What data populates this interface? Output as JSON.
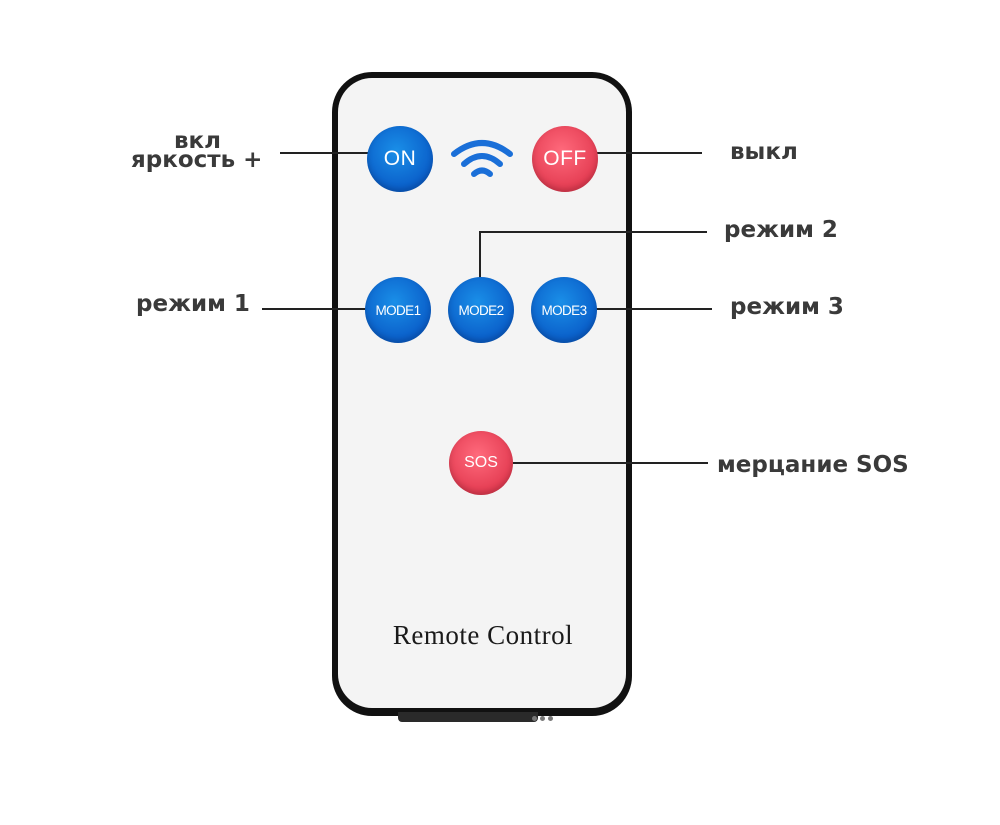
{
  "remote": {
    "caption": "Remote Control",
    "buttons": {
      "on": "ON",
      "off": "OFF",
      "mode1": "MODE1",
      "mode2": "MODE2",
      "mode3": "MODE3",
      "sos": "SOS"
    },
    "signal_icon": "wifi-icon"
  },
  "callouts": {
    "on_line1": "вкл",
    "on_line2": "яркость +",
    "off": "выкл",
    "mode1": "режим 1",
    "mode2": "режим 2",
    "mode3": "режим 3",
    "sos": "мерцание SOS"
  },
  "colors": {
    "blue_button": "#0a5ec9",
    "red_button": "#e43c52",
    "wifi": "#1a6fd8",
    "body": "#111111",
    "face": "#f4f4f4"
  }
}
